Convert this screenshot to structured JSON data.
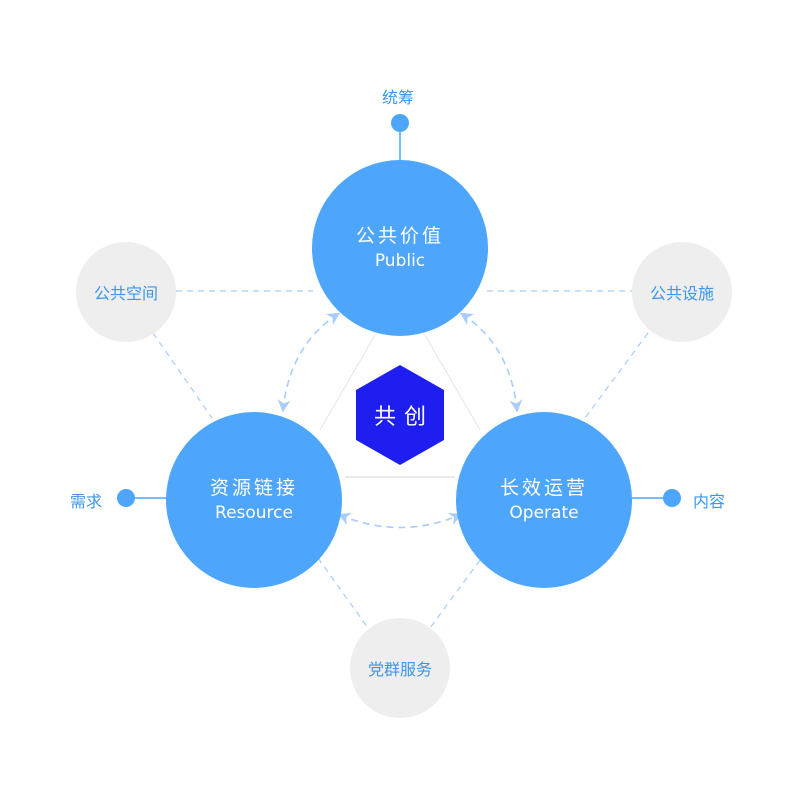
{
  "center": {
    "label": "共创",
    "color": "#1e1ef0"
  },
  "main_nodes": [
    {
      "id": "public",
      "zh": "公共价值",
      "en": "Public"
    },
    {
      "id": "resource",
      "zh": "资源链接",
      "en": "Resource"
    },
    {
      "id": "operate",
      "zh": "长效运营",
      "en": "Operate"
    }
  ],
  "satellites": [
    {
      "id": "public-space",
      "label": "公共空间"
    },
    {
      "id": "public-facilities",
      "label": "公共设施"
    },
    {
      "id": "party-services",
      "label": "党群服务"
    }
  ],
  "endpoints": [
    {
      "id": "coordination",
      "label": "统筹"
    },
    {
      "id": "demand",
      "label": "需求"
    },
    {
      "id": "content",
      "label": "内容"
    }
  ],
  "colors": {
    "main": "#4da6fc",
    "satellite": "#eeeeee",
    "text_accent": "#3a96f0",
    "dashed": "#a8ccf8"
  }
}
